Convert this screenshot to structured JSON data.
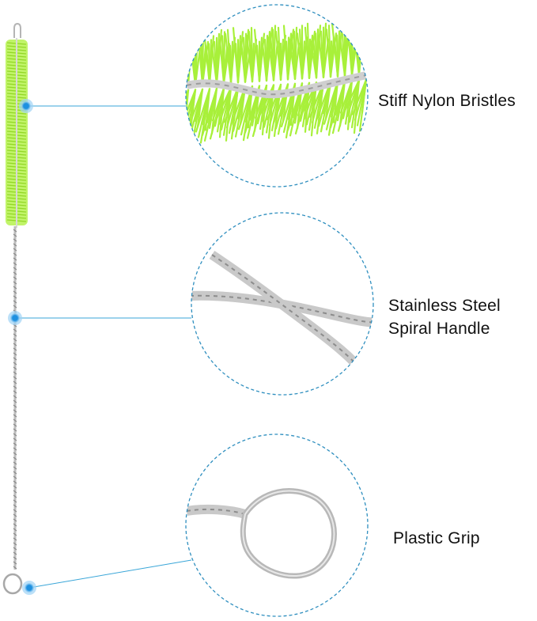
{
  "callouts": {
    "bristles": {
      "label": "Stiff Nylon Bristles"
    },
    "handle": {
      "label_line1": "Stainless Steel",
      "label_line2": "Spiral Handle"
    },
    "grip": {
      "label": "Plastic Grip"
    }
  },
  "colors": {
    "bristle_green": "#a8f03a",
    "steel": "#9a9a9a",
    "callout_line": "#3aa6d8",
    "callout_dot": "#1e90e0",
    "dashed_circle": "#2f8fbf"
  }
}
